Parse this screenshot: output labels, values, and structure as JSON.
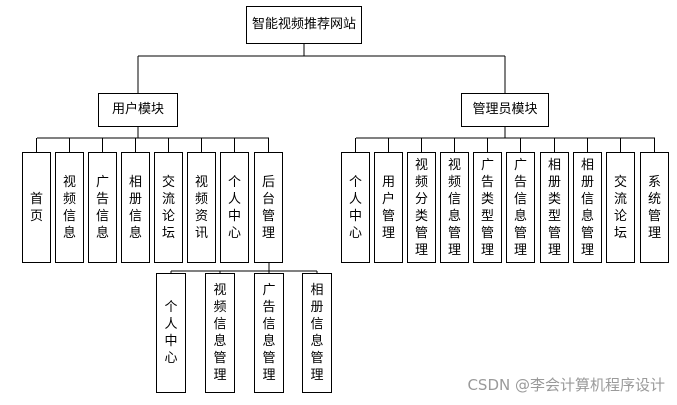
{
  "root": {
    "label": "智能视频推荐网站"
  },
  "user_module": {
    "label": "用户模块",
    "items": [
      "首页",
      "视频信息",
      "广告信息",
      "相册信息",
      "交流论坛",
      "视频资讯",
      "个人中心",
      "后台管理"
    ],
    "backend": {
      "items": [
        "个人中心",
        "视频信息管理",
        "广告信息管理",
        "相册信息管理"
      ]
    }
  },
  "admin_module": {
    "label": "管理员模块",
    "items": [
      "个人中心",
      "用户管理",
      "视频分类管理",
      "视频信息管理",
      "广告类型管理",
      "广告信息管理",
      "相册类型管理",
      "相册信息管理",
      "交流论坛",
      "系统管理"
    ]
  },
  "watermark": "CSDN @李会计算机程序设计"
}
